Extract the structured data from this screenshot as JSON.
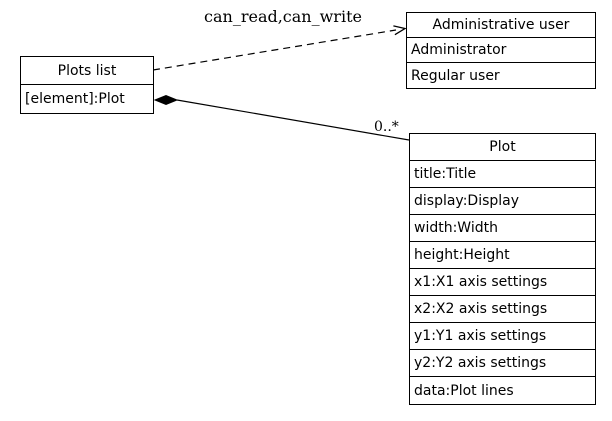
{
  "colors": {
    "background": "#ffffff",
    "node_fill": "#ffffff",
    "line": "#000000",
    "text": "#000000"
  },
  "nodes": {
    "plots_list": {
      "title": "Plots list",
      "rows": [
        "[element]:Plot"
      ]
    },
    "admin_user": {
      "title": "Administrative user",
      "rows": [
        "Administrator",
        "Regular user"
      ]
    },
    "plot": {
      "title": "Plot",
      "rows": [
        "title:Title",
        "display:Display",
        "width:Width",
        "height:Height",
        "x1:X1 axis settings",
        "x2:X2 axis settings",
        "y1:Y1 axis settings",
        "y2:Y2 axis settings",
        "data:Plot lines"
      ]
    }
  },
  "edges": {
    "read_write": {
      "label": "can_read,can_write",
      "style": "dashed",
      "arrowhead": "open-vee",
      "from": "plots_list",
      "to": "admin_user"
    },
    "elements": {
      "label": "0..*",
      "style": "solid",
      "source_marker": "filled-diamond",
      "from": "plots_list",
      "to": "plot"
    }
  }
}
